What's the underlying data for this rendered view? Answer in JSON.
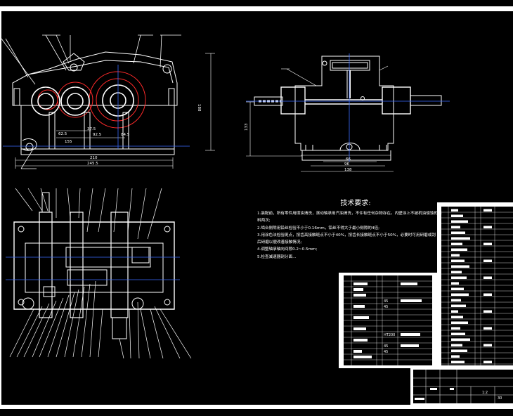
{
  "drawing": {
    "dimensions": {
      "front_height": "188",
      "front_width_inner": "210",
      "front_width_outer": "245.5",
      "front_d1": "62.5",
      "front_d2": "92.5",
      "front_d3": "84.5",
      "front_span": "155",
      "front_gap": "37.5",
      "side_height": "133",
      "side_w1": "66",
      "side_w2": "96",
      "side_w3": "138"
    },
    "tech_requirements": {
      "title": "技术要求:",
      "lines": [
        "1.装配前，所有零件用煤油清洗，滚动轴承用汽油清洗，不许有任何杂物存在。内壁涂上不被机油侵蚀的涂",
        "  料两次;",
        "2.啮合侧隙用铅丝检验不小于0.16mm，铅丝不得大于最小侧隙的4倍;",
        "3.用涂色法检验斑点，按齿高接触斑点不小于40%，按齿长接触斑点不小于50%，必要时可用研磨或刮",
        "  后研磨以便改善接触情况;",
        "4.调整轴承轴向间隙0.2~0.5mm;",
        "5.检查减速器剖分面..."
      ]
    },
    "parts_table_left": {
      "cells": [
        "45",
        "45",
        "45",
        "HT200",
        "45"
      ]
    },
    "title_block": {
      "scale": "1:2",
      "sheet": "30"
    }
  },
  "colors": {
    "background": "#000000",
    "lines": "#ffffff",
    "gears": "#ff2a2a",
    "centerlines": "#3a6cff"
  }
}
